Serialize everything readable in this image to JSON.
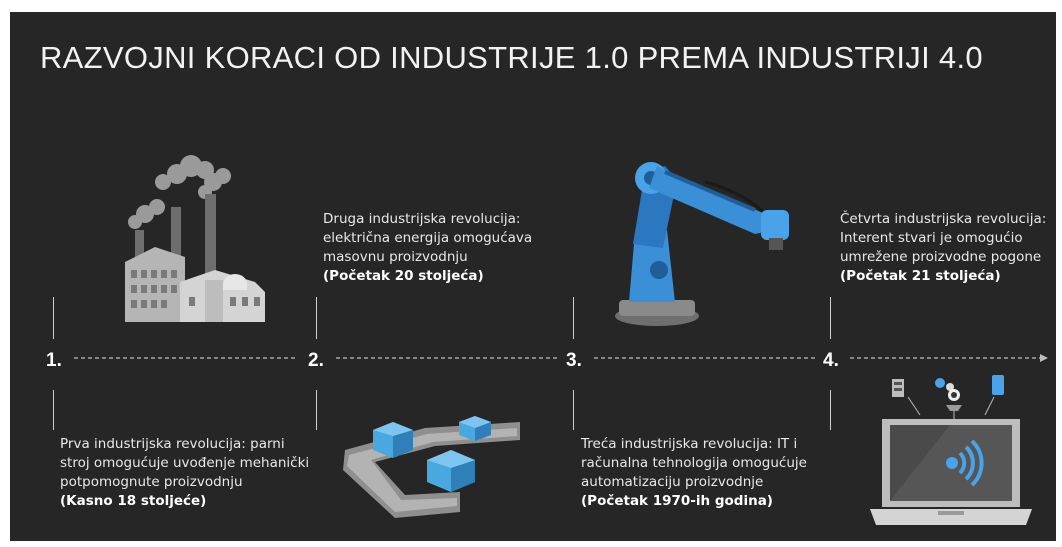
{
  "title": "RAZVOJNI KORACI OD INDUSTRIJE 1.0 PREMA INDUSTRIJI 4.0",
  "steps": [
    {
      "number": "1.",
      "text": "Prva industrijska revolucija: parni stroj omogućuje uvođenje mehanički potpomognute proizvodnju",
      "period": "(Kasno 18 stoljeće)",
      "icon": "factory-icon"
    },
    {
      "number": "2.",
      "text": "Druga industrijska revolucija: električna energija omogućava masovnu proizvodnju",
      "period": "(Početak 20 stoljeća)",
      "icon": "conveyor-belt-icon"
    },
    {
      "number": "3.",
      "text": "Treća industrijska revolucija: IT i računalna tehnologija omogućuje automatizaciju proizvodnje",
      "period": "(Početak 1970-ih godina)",
      "icon": "robot-arm-icon"
    },
    {
      "number": "4.",
      "text": "Četvrta industrijska revolucija: Interent stvari je omogućio umrežene proizvodne pogone",
      "period": "(Početak 21 stoljeća)",
      "icon": "laptop-iot-icon"
    }
  ],
  "colors": {
    "background": "#262626",
    "text": "#e8e8e8",
    "robot_blue": "#3a8fd6",
    "box_blue": "#4aa8e0",
    "icon_gray": "#8c8c8c"
  }
}
